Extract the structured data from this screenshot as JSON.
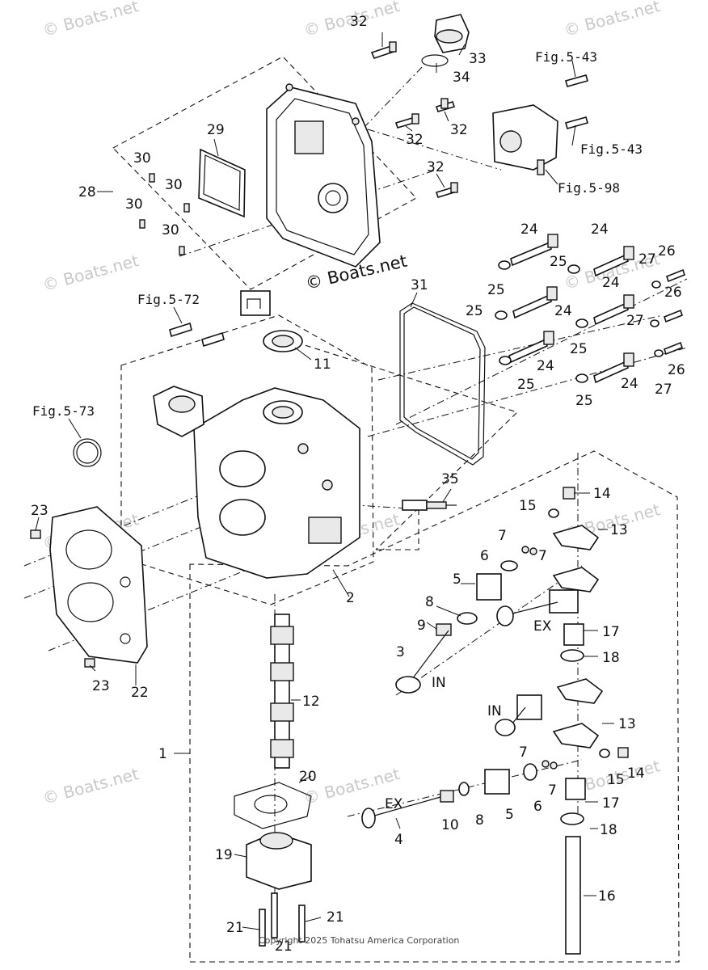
{
  "watermarks": [
    "© Boats.net",
    "© Boats.net",
    "© Boats.net",
    "© Boats.net",
    "© Boats.net",
    "© Boats.net",
    "© Boats.net",
    "© Boats.net",
    "© Boats.net",
    "© Boats.net",
    "© Boats.net",
    "© Boats.net"
  ],
  "figure_refs": {
    "fig_5_43_top": "Fig.5-43",
    "fig_5_43_mid": "Fig.5-43",
    "fig_5_98": "Fig.5-98",
    "fig_5_72": "Fig.5-72",
    "fig_5_73": "Fig.5-73"
  },
  "copyright": "Copyright 2025 Tohatsu America Corporation",
  "valve_labels": {
    "ex_top": "EX",
    "in_mid": "IN",
    "in_lower": "IN",
    "ex_lower": "EX"
  },
  "callouts": [
    {
      "id": "c32a",
      "text": "32"
    },
    {
      "id": "c33",
      "text": "33"
    },
    {
      "id": "c34",
      "text": "34"
    },
    {
      "id": "c32b",
      "text": "32"
    },
    {
      "id": "c32c",
      "text": "32"
    },
    {
      "id": "c32d",
      "text": "32"
    },
    {
      "id": "c29",
      "text": "29"
    },
    {
      "id": "c30a",
      "text": "30"
    },
    {
      "id": "c30b",
      "text": "30"
    },
    {
      "id": "c30c",
      "text": "30"
    },
    {
      "id": "c30d",
      "text": "30"
    },
    {
      "id": "c28",
      "text": "28"
    },
    {
      "id": "c24a",
      "text": "24"
    },
    {
      "id": "c24b",
      "text": "24"
    },
    {
      "id": "c24c",
      "text": "24"
    },
    {
      "id": "c24d",
      "text": "24"
    },
    {
      "id": "c24e",
      "text": "24"
    },
    {
      "id": "c24f",
      "text": "24"
    },
    {
      "id": "c25a",
      "text": "25"
    },
    {
      "id": "c25b",
      "text": "25"
    },
    {
      "id": "c25c",
      "text": "25"
    },
    {
      "id": "c25d",
      "text": "25"
    },
    {
      "id": "c25e",
      "text": "25"
    },
    {
      "id": "c25f",
      "text": "25"
    },
    {
      "id": "c26a",
      "text": "26"
    },
    {
      "id": "c26b",
      "text": "26"
    },
    {
      "id": "c26c",
      "text": "26"
    },
    {
      "id": "c27a",
      "text": "27"
    },
    {
      "id": "c27b",
      "text": "27"
    },
    {
      "id": "c27c",
      "text": "27"
    },
    {
      "id": "c31",
      "text": "31"
    },
    {
      "id": "c11",
      "text": "11"
    },
    {
      "id": "c35",
      "text": "35"
    },
    {
      "id": "c23a",
      "text": "23"
    },
    {
      "id": "c23b",
      "text": "23"
    },
    {
      "id": "c22",
      "text": "22"
    },
    {
      "id": "c2",
      "text": "2"
    },
    {
      "id": "c14a",
      "text": "14"
    },
    {
      "id": "c15a",
      "text": "15"
    },
    {
      "id": "c13a",
      "text": "13"
    },
    {
      "id": "c7a",
      "text": "7"
    },
    {
      "id": "c7b",
      "text": "7"
    },
    {
      "id": "c6a",
      "text": "6"
    },
    {
      "id": "c5a",
      "text": "5"
    },
    {
      "id": "c8a",
      "text": "8"
    },
    {
      "id": "c9",
      "text": "9"
    },
    {
      "id": "c3",
      "text": "3"
    },
    {
      "id": "c17a",
      "text": "17"
    },
    {
      "id": "c18a",
      "text": "18"
    },
    {
      "id": "c12",
      "text": "12"
    },
    {
      "id": "c1",
      "text": "1"
    },
    {
      "id": "c13b",
      "text": "13"
    },
    {
      "id": "c7c",
      "text": "7"
    },
    {
      "id": "c7d",
      "text": "7"
    },
    {
      "id": "c15b",
      "text": "15"
    },
    {
      "id": "c14b",
      "text": "14"
    },
    {
      "id": "c20",
      "text": "20"
    },
    {
      "id": "c6b",
      "text": "6"
    },
    {
      "id": "c17b",
      "text": "17"
    },
    {
      "id": "c5b",
      "text": "5"
    },
    {
      "id": "c8b",
      "text": "8"
    },
    {
      "id": "c10",
      "text": "10"
    },
    {
      "id": "c4",
      "text": "4"
    },
    {
      "id": "c18b",
      "text": "18"
    },
    {
      "id": "c19",
      "text": "19"
    },
    {
      "id": "c16",
      "text": "16"
    },
    {
      "id": "c21a",
      "text": "21"
    },
    {
      "id": "c21b",
      "text": "21"
    },
    {
      "id": "c21c",
      "text": "21"
    }
  ]
}
